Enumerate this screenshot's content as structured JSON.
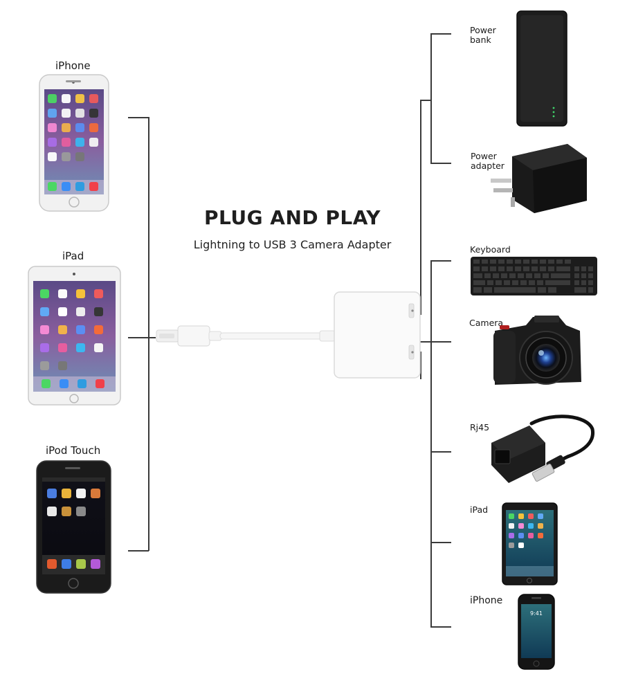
{
  "header": {
    "title": "PLUG AND PLAY",
    "subtitle": "Lightning to USB 3 Camera Adapter"
  },
  "left_devices": [
    {
      "label": "iPhone",
      "icon": "iphone-icon"
    },
    {
      "label": "iPad",
      "icon": "ipad-icon"
    },
    {
      "label": "iPod Touch",
      "icon": "ipod-touch-icon"
    }
  ],
  "right_devices": [
    {
      "label": "Power\nbank",
      "icon": "power-bank-icon"
    },
    {
      "label": "Power\nadapter",
      "icon": "power-adapter-icon"
    },
    {
      "label": "Keyboard",
      "icon": "keyboard-icon"
    },
    {
      "label": "Camera",
      "icon": "camera-icon"
    },
    {
      "label": "Rj45",
      "icon": "ethernet-adapter-icon"
    },
    {
      "label": "iPad",
      "icon": "ipad-icon"
    },
    {
      "label": "iPhone",
      "icon": "iphone-icon"
    }
  ],
  "adapter": {
    "icon": "camera-adapter-icon"
  },
  "colors": {
    "line": "#3a3a3a",
    "text": "#1a1a1a",
    "device_dark": "#1b1b1b",
    "device_light": "#f2f2f2"
  }
}
